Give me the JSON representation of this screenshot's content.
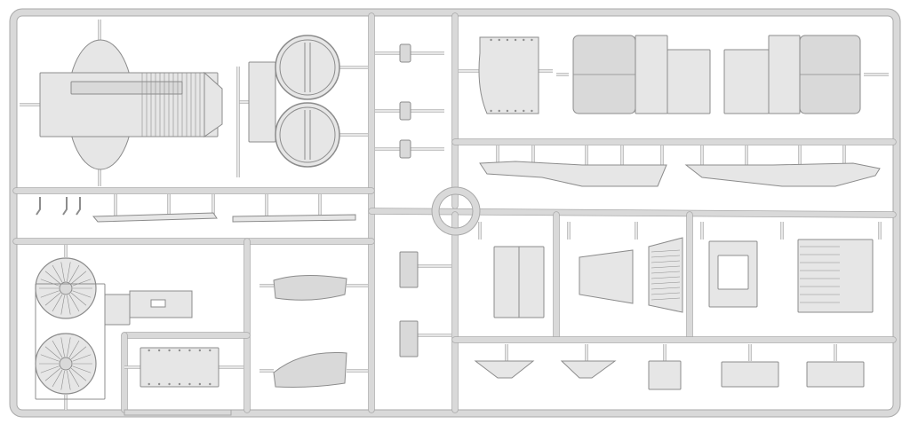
{
  "image": {
    "subject": "plastic-model-kit-sprue",
    "visible_text": [],
    "colors": {
      "background": "#ffffff",
      "plastic": "#d9d9d9",
      "plastic_light": "#e6e6e6",
      "plastic_shadow": "#a9a9a9",
      "detail_line": "#8c8c8c"
    },
    "sections": [
      "hull-top-plate",
      "round-hatches",
      "small-clamps",
      "side-skirt-plates",
      "cylindrical-tanks",
      "long-fender-rails",
      "central-sprue-gate",
      "road-wheels",
      "curved-mudguards",
      "boxes-and-brackets",
      "engine-deck-parts",
      "small-fittings"
    ]
  }
}
